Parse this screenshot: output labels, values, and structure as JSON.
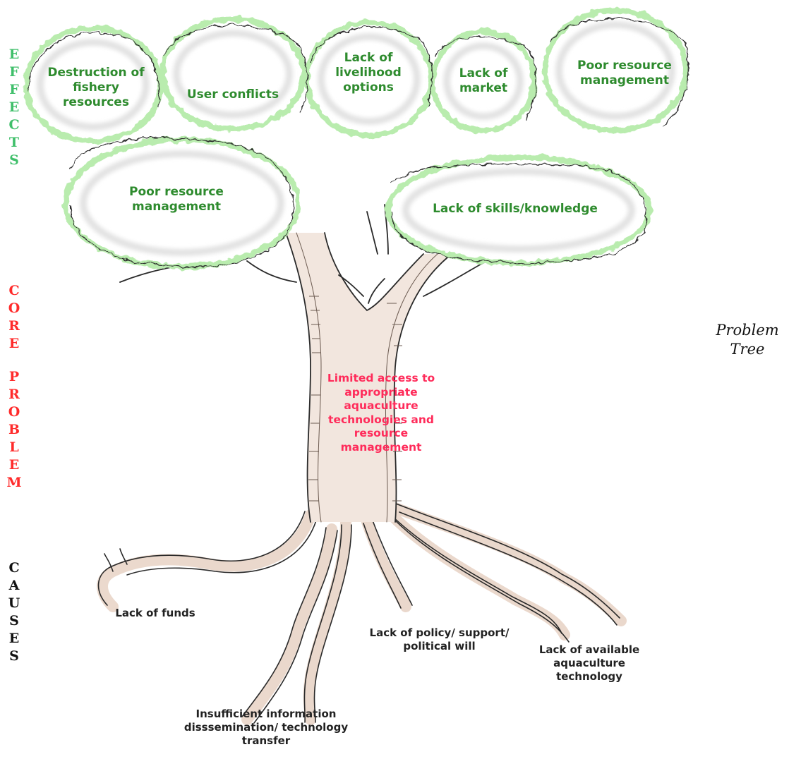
{
  "side_labels": {
    "effects": "EFFECTS",
    "core_problem": "COREPROBLEM",
    "causes": "CAUSES"
  },
  "canopies": {
    "destruction": "Destruction of fishery resources",
    "user_conflicts": "User conflicts",
    "livelihood": "Lack of livelihood options",
    "market": "Lack of market",
    "poor_resource_right": "Poor resource management",
    "poor_resource_left": "Poor resource management",
    "skills": "Lack of skills/knowledge"
  },
  "core_problem": "Limited access to appropriate aquaculture technologies and resource management",
  "causes": {
    "funds": "Lack of funds",
    "information": "Insufficient information disssemination/ technology transfer",
    "policy": "Lack of policy/ support/ political will",
    "technology": "Lack of available aquaculture technology"
  },
  "title": "Problem Tree",
  "colors": {
    "effects": "#3fbf6a",
    "core": "#ff2b2b",
    "canopy_text": "#2e8b2e",
    "core_text": "#ff2b5a",
    "bark": "#2a2a2a",
    "trunk_fill": "#e9d8cc",
    "canopy_edge": "#b9ecae"
  }
}
